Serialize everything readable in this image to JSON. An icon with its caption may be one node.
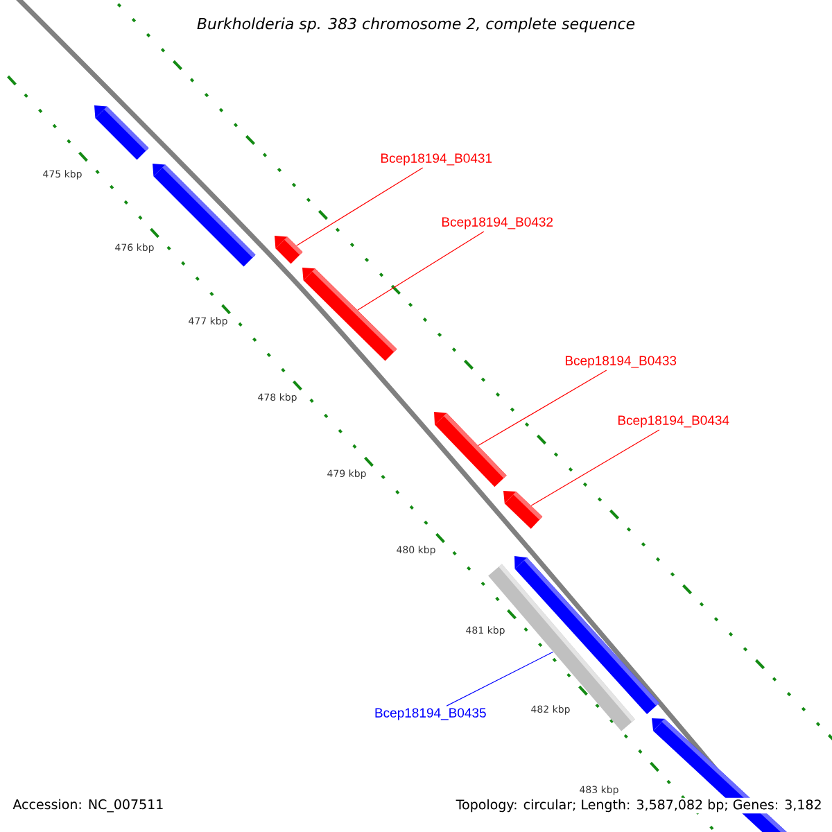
{
  "diagram": {
    "title": "Burkholderia sp. 383 chromosome 2, complete sequence",
    "nodes": [
      {
        "text": [],
        "shape": "bar"
      },
      {
        "text": [],
        "shape": "bar"
      },
      {
        "text": [],
        "shape": "bar"
      },
      {
        "text": [],
        "shape": "bar"
      },
      {
        "text": [],
        "shape": "bar"
      },
      {
        "text": [],
        "shape": "bar"
      },
      {
        "text": [],
        "shape": "bar"
      },
      {
        "text": [],
        "shape": "bar"
      },
      {
        "text": [],
        "shape": "bar"
      },
      {
        "text": [
          "Bcep18194_B0431"
        ]
      },
      {
        "text": [
          "Bcep18194_B0432"
        ]
      },
      {
        "text": [
          "Bcep18194_B0433"
        ]
      },
      {
        "text": [
          "Bcep18194_B0434"
        ]
      },
      {
        "text": [
          "Bcep18194_B0435"
        ]
      }
    ],
    "edges": [
      {
        "from": 9,
        "to": 2,
        "arrow": "none"
      },
      {
        "from": 10,
        "to": 3,
        "arrow": "none"
      },
      {
        "from": 11,
        "to": 4,
        "arrow": "none"
      },
      {
        "from": 12,
        "to": 5,
        "arrow": "none"
      },
      {
        "from": 13,
        "to": 6,
        "arrow": "none",
        "color": "#0000ff"
      }
    ],
    "labels": [
      "475 kbp",
      "476 kbp",
      "477 kbp",
      "478 kbp",
      "479 kbp",
      "480 kbp",
      "481 kbp",
      "482 kbp",
      "483 kbp",
      "Accession: NC_007511",
      "Topology: circular; Length: 3,587,082 bp; Genes: 3,182"
    ]
  }
}
